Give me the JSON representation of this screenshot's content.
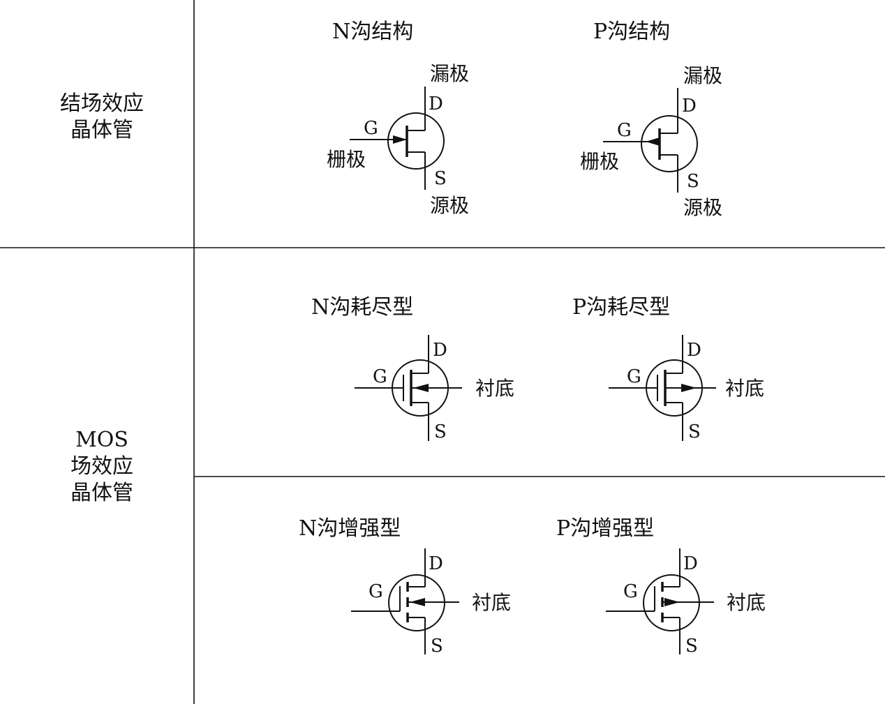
{
  "table": {
    "rows": [
      {
        "category_lines": [
          "结场效应",
          "晶体管"
        ],
        "symbols": [
          {
            "title": "N沟结构",
            "kind": "jfet",
            "arrow": "in",
            "labels": {
              "gate": "G",
              "drain": "D",
              "source": "S",
              "drain_cn": "漏极",
              "gate_cn": "栅极",
              "source_cn": "源极"
            }
          },
          {
            "title": "P沟结构",
            "kind": "jfet",
            "arrow": "out",
            "labels": {
              "gate": "G",
              "drain": "D",
              "source": "S",
              "drain_cn": "漏极",
              "gate_cn": "栅极",
              "source_cn": "源极"
            }
          }
        ]
      },
      {
        "category_lines": [
          "MOS",
          "场效应",
          "晶体管"
        ],
        "subrows": [
          {
            "symbols": [
              {
                "title": "N沟耗尽型",
                "kind": "depletion",
                "arrow": "in",
                "labels": {
                  "gate": "G",
                  "drain": "D",
                  "source": "S",
                  "substrate": "衬底"
                }
              },
              {
                "title": "P沟耗尽型",
                "kind": "depletion",
                "arrow": "out",
                "labels": {
                  "gate": "G",
                  "drain": "D",
                  "source": "S",
                  "substrate": "衬底"
                }
              }
            ]
          },
          {
            "symbols": [
              {
                "title": "N沟增强型",
                "kind": "enhancement",
                "arrow": "in",
                "labels": {
                  "gate": "G",
                  "drain": "D",
                  "source": "S",
                  "substrate": "衬底"
                }
              },
              {
                "title": "P沟增强型",
                "kind": "enhancement",
                "arrow": "out",
                "labels": {
                  "gate": "G",
                  "drain": "D",
                  "source": "S",
                  "substrate": "衬底"
                }
              }
            ]
          }
        ]
      }
    ]
  }
}
